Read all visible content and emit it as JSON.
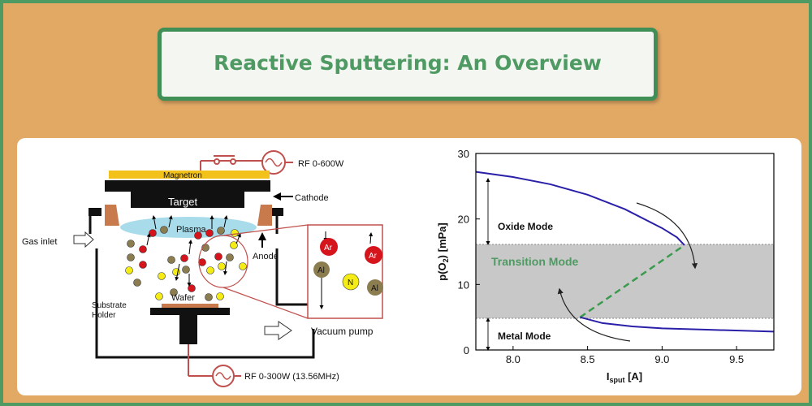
{
  "title": "Reactive Sputtering: An Overview",
  "diagram": {
    "rf_top": "RF 0-600W",
    "magnetron": "Magnetron",
    "target": "Target",
    "cathode": "Cathode",
    "plasma": "Plasma",
    "gas_inlet": "Gas inlet",
    "anode": "Anode",
    "wafer": "Wafer",
    "substrate_holder_1": "Substrate",
    "substrate_holder_2": "Holder",
    "vacuum_pump": "Vacuum pump",
    "rf_bottom": "RF 0-300W (13.56MHz)",
    "inset_ar_1": "Ar",
    "inset_ar_2": "Ar",
    "inset_al_1": "Al",
    "inset_al_2": "Al",
    "inset_n": "N",
    "colors": {
      "ar": "#d6141c",
      "al": "#8b7d4f",
      "n": "#f5ec16",
      "plasma": "#a8dcea",
      "magnetron": "#f2c21a",
      "inset_border": "#c0504d"
    }
  },
  "chart_data": {
    "type": "line",
    "ylabel_main": "p(O",
    "ylabel_sub": "2",
    "ylabel_end": ") [mPa]",
    "xlabel_main": "I",
    "xlabel_sub": "sput",
    "xlabel_end": " [A]",
    "xlim": [
      7.75,
      9.75
    ],
    "ylim": [
      0,
      30
    ],
    "x_ticks": [
      "8.0",
      "8.5",
      "9.0",
      "9.5"
    ],
    "x_tick_values": [
      8.0,
      8.5,
      9.0,
      9.5
    ],
    "y_ticks": [
      "0",
      "10",
      "20",
      "30"
    ],
    "y_tick_values": [
      0,
      10,
      20,
      30
    ],
    "transition_band": [
      5,
      16
    ],
    "regions": {
      "oxide": "Oxide Mode",
      "transition": "Transition Mode",
      "metal": "Metal Mode"
    },
    "series": [
      {
        "style": "solid",
        "color": "#2a1fa8",
        "x": [
          7.75,
          8.0,
          8.25,
          8.5,
          8.75,
          9.0,
          9.1,
          9.15
        ],
        "y": [
          27.2,
          26.4,
          25.3,
          23.7,
          21.5,
          18.6,
          17.2,
          16.0
        ]
      },
      {
        "style": "dashed",
        "color": "#3a9a4e",
        "x": [
          8.45,
          9.15
        ],
        "y": [
          5.0,
          16.0
        ]
      },
      {
        "style": "solid",
        "color": "#2a1fa8",
        "x": [
          8.45,
          8.6,
          8.8,
          9.0,
          9.3,
          9.75
        ],
        "y": [
          5.0,
          4.1,
          3.6,
          3.3,
          3.1,
          2.8
        ]
      }
    ]
  }
}
